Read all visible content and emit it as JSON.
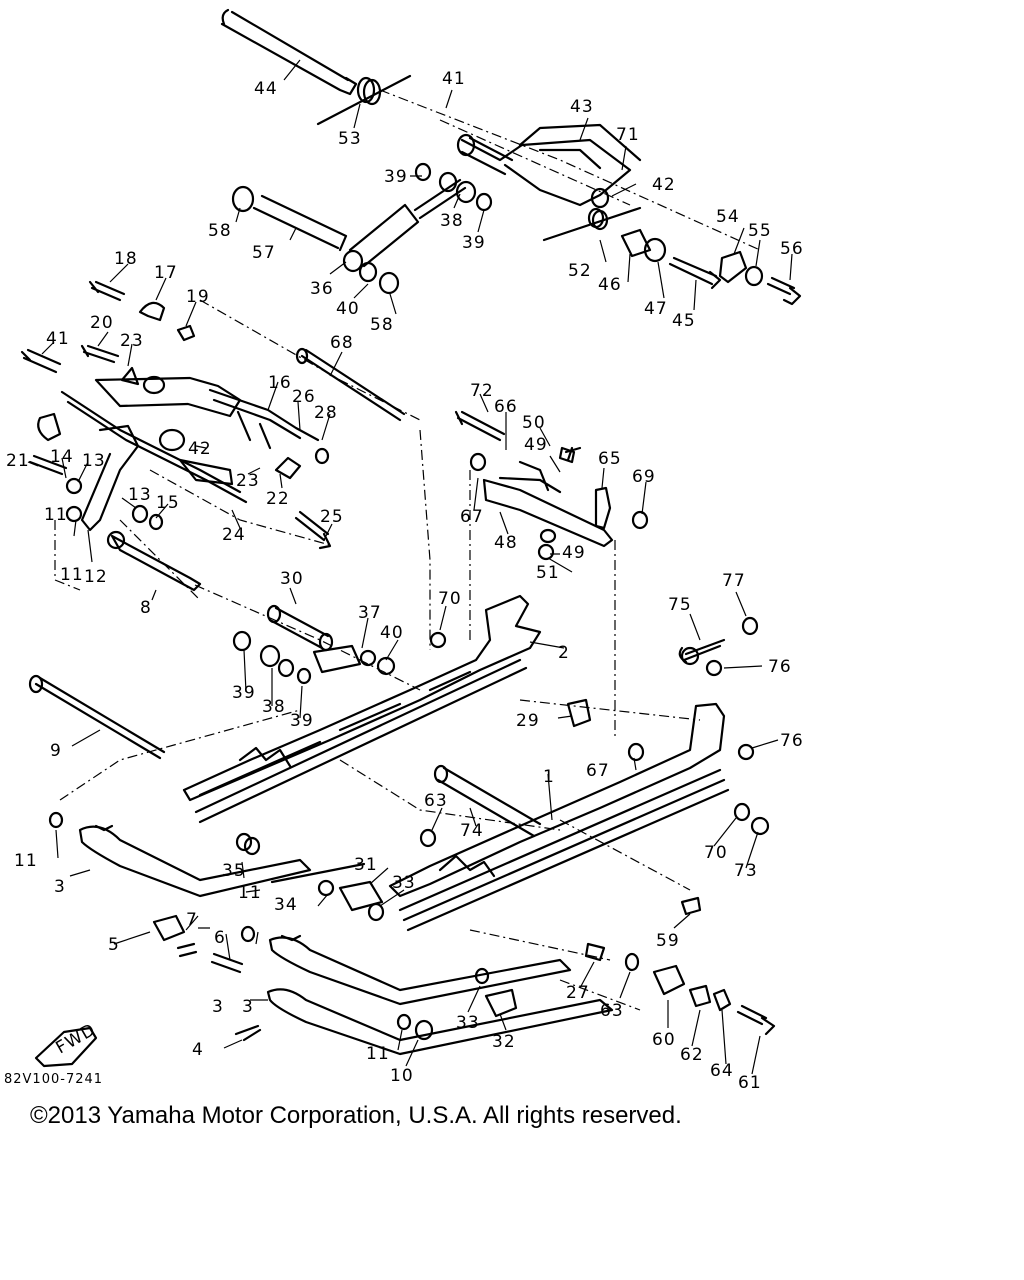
{
  "diagram": {
    "code": "82V100-7241",
    "fwd_badge": "FWD",
    "copyright": "©2013 Yamaha Motor Corporation, U.S.A. All rights reserved.",
    "callouts": [
      "1",
      "2",
      "3",
      "3",
      "3",
      "4",
      "5",
      "6",
      "7",
      "8",
      "9",
      "10",
      "11",
      "11",
      "11",
      "11",
      "11",
      "12",
      "13",
      "13",
      "14",
      "15",
      "16",
      "17",
      "18",
      "19",
      "20",
      "21",
      "22",
      "23",
      "23",
      "24",
      "25",
      "26",
      "27",
      "28",
      "29",
      "30",
      "31",
      "32",
      "33",
      "33",
      "34",
      "35",
      "36",
      "37",
      "38",
      "38",
      "39",
      "39",
      "39",
      "39",
      "40",
      "40",
      "41",
      "41",
      "42",
      "42",
      "43",
      "44",
      "45",
      "46",
      "47",
      "48",
      "49",
      "49",
      "50",
      "51",
      "52",
      "53",
      "54",
      "55",
      "56",
      "57",
      "58",
      "58",
      "59",
      "60",
      "61",
      "62",
      "63",
      "63",
      "64",
      "65",
      "66",
      "67",
      "67",
      "68",
      "69",
      "70",
      "70",
      "71",
      "72",
      "73",
      "74",
      "75",
      "76",
      "76",
      "77"
    ]
  }
}
